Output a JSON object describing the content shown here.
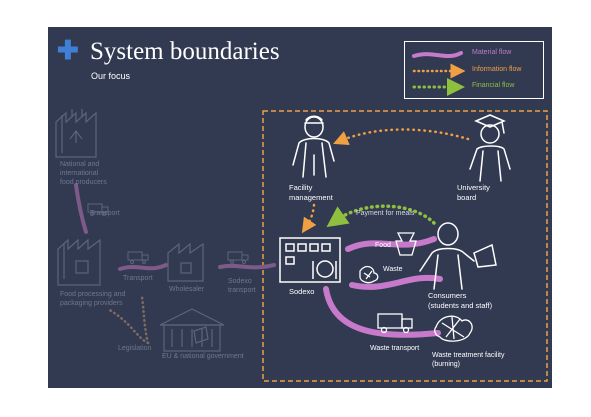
{
  "slide": {
    "title": "System boundaries",
    "subtitle": "Our focus",
    "colors": {
      "background": "#323a52",
      "material_flow": "#c77ac9",
      "information_flow": "#f0a042",
      "financial_flow": "#8fbf3e",
      "boundary": "#f0a042",
      "plus_icon": "#3f7fd4"
    }
  },
  "legend": {
    "material_flow": "Material flow",
    "information_flow": "Information flow",
    "financial_flow": "Financial flow"
  },
  "focus": {
    "facility_management": "Facility\nmanagement",
    "university_board": "University\nboard",
    "payment_for_meals": "Payment for meals",
    "food": "Food",
    "waste": "Waste",
    "sodexo": "Sodexo",
    "consumers": "Consumers\n(students and staff)",
    "waste_transport": "Waste transport",
    "waste_treatment": "Waste treatment facility\n(burning)"
  },
  "outside": {
    "food_producers": "National and\ninternational\nfood producers",
    "transport_1": "Transport",
    "food_processing": "Food processing and\npackaging providers",
    "transport_2": "Transport",
    "wholesaler": "Wholesaler",
    "sodexo_transport": "Sodexo\ntransport",
    "legislation": "Legislation",
    "government": "EU & national government"
  }
}
